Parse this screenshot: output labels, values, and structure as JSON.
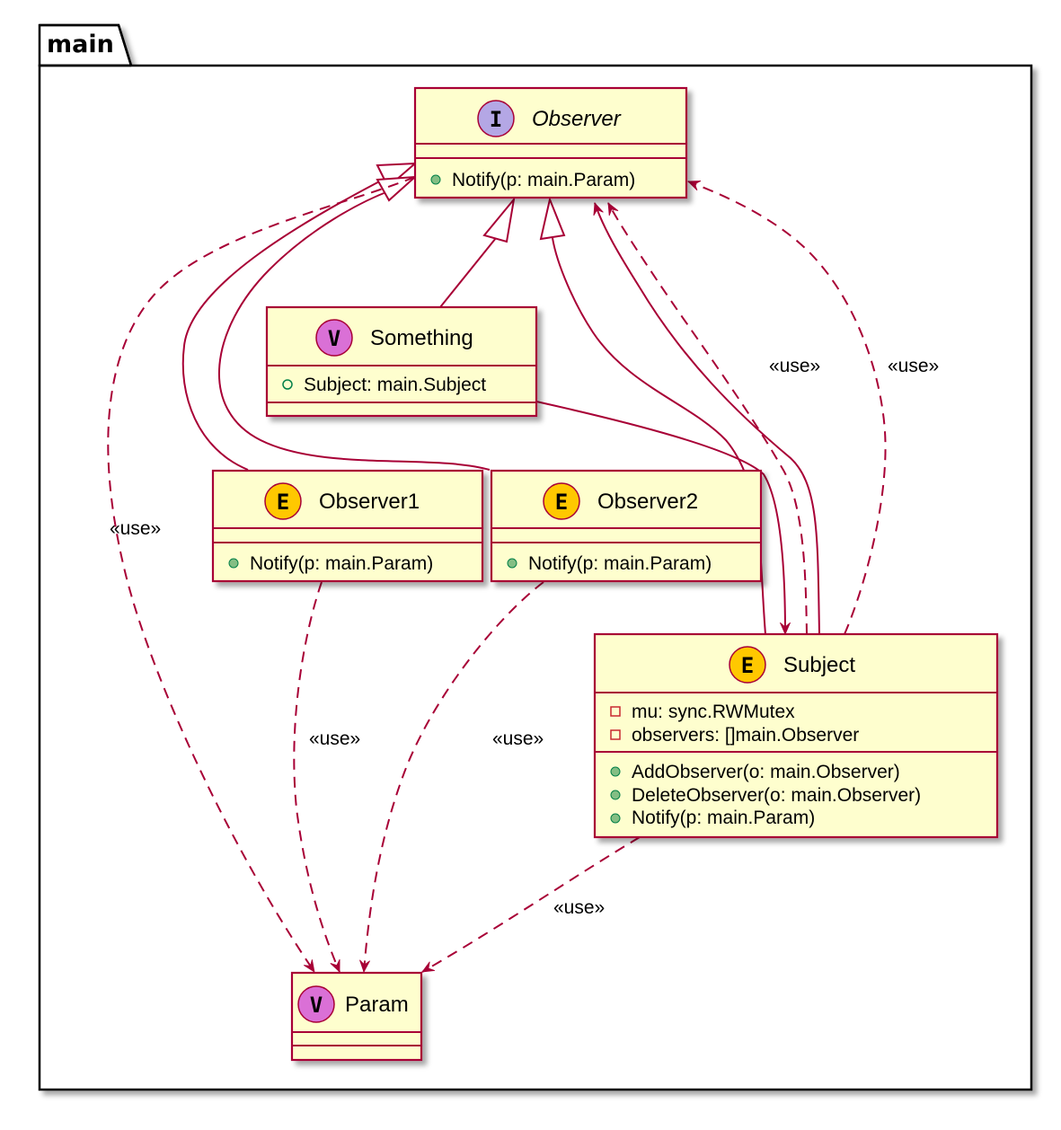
{
  "package": {
    "name": "main"
  },
  "classes": {
    "observer": {
      "name": "Observer",
      "stereotype": "I",
      "abstract": true,
      "fields": [],
      "methods": [
        {
          "visibility": "public",
          "text": "Notify(p: main.Param)"
        }
      ]
    },
    "something": {
      "name": "Something",
      "stereotype": "V",
      "fields": [
        {
          "visibility": "public-field",
          "text": "Subject: main.Subject"
        }
      ],
      "methods": []
    },
    "observer1": {
      "name": "Observer1",
      "stereotype": "E",
      "fields": [],
      "methods": [
        {
          "visibility": "public",
          "text": "Notify(p: main.Param)"
        }
      ]
    },
    "observer2": {
      "name": "Observer2",
      "stereotype": "E",
      "fields": [],
      "methods": [
        {
          "visibility": "public",
          "text": "Notify(p: main.Param)"
        }
      ]
    },
    "subject": {
      "name": "Subject",
      "stereotype": "E",
      "fields": [
        {
          "visibility": "private",
          "text": "mu: sync.RWMutex"
        },
        {
          "visibility": "private",
          "text": "observers: []main.Observer"
        }
      ],
      "methods": [
        {
          "visibility": "public",
          "text": "AddObserver(o: main.Observer)"
        },
        {
          "visibility": "public",
          "text": "DeleteObserver(o: main.Observer)"
        },
        {
          "visibility": "public",
          "text": "Notify(p: main.Param)"
        }
      ]
    },
    "param": {
      "name": "Param",
      "stereotype": "V",
      "fields": [],
      "methods": []
    }
  },
  "edge_labels": {
    "use": "«use»"
  },
  "colors": {
    "box_fill": "#FEFECE",
    "border": "#A80036",
    "interface_circle": "#B4A7E5",
    "value_circle": "#DA70D6",
    "enum_circle": "#FFC800",
    "public_dot": "#84BE84",
    "private_square": "#C82930"
  }
}
